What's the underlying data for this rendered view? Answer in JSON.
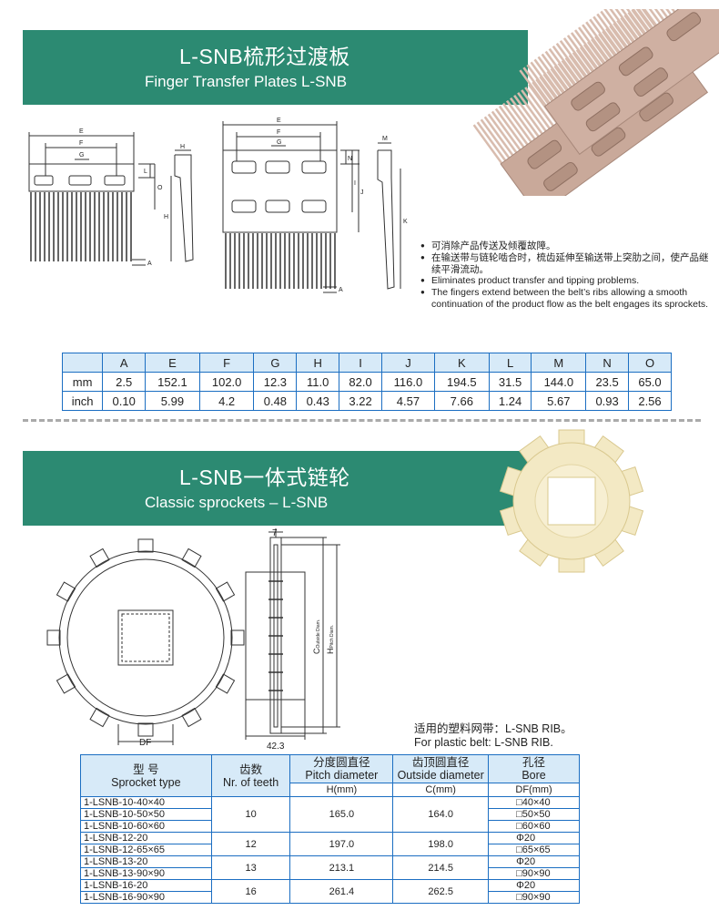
{
  "section1": {
    "title_zh": "L-SNB梳形过渡板",
    "title_en": "Finger Transfer Plates L-SNB",
    "notes": [
      "可消除产品传送及倾覆故障。",
      "在输送带与链轮啮合时，梳齿延伸至输送带上突肋之间，使产品继续平滑流动。",
      "Eliminates product transfer and tipping problems.",
      "The fingers extend between the belt’s ribs allowing a smooth continuation of the product flow as the belt engages its sprockets."
    ],
    "drawing_labels": {
      "E": "E",
      "F": "F",
      "G": "G",
      "L": "L",
      "O": "O",
      "H": "H",
      "A": "A",
      "N": "N",
      "I": "I",
      "J": "J",
      "K": "K",
      "M": "M"
    },
    "dim_table": {
      "headers": [
        "",
        "A",
        "E",
        "F",
        "G",
        "H",
        "I",
        "J",
        "K",
        "L",
        "M",
        "N",
        "O"
      ],
      "rows": [
        [
          "mm",
          "2.5",
          "152.1",
          "102.0",
          "12.3",
          "11.0",
          "82.0",
          "116.0",
          "194.5",
          "31.5",
          "144.0",
          "23.5",
          "65.0"
        ],
        [
          "inch",
          "0.10",
          "5.99",
          "4.2",
          "0.48",
          "0.43",
          "3.22",
          "4.57",
          "7.66",
          "1.24",
          "5.67",
          "0.93",
          "2.56"
        ]
      ]
    }
  },
  "section2": {
    "title_zh": "L-SNB一体式链轮",
    "title_en": "Classic sprockets  –  L-SNB",
    "drawing_labels": {
      "df": "DF",
      "width_top": "7",
      "width_bottom": "42.3",
      "c_main": "C",
      "c_sub": "Outside Diam.",
      "h_main": "H",
      "h_sub": "Pitch Diam."
    },
    "suitable_zh": "适用的塑料网带：L-SNB RIB。",
    "suitable_en": "For plastic belt: L-SNB RIB.",
    "table": {
      "h_type_zh": "型 号",
      "h_type_en": "Sprocket type",
      "h_teeth_zh": "齿数",
      "h_teeth_en": "Nr. of teeth",
      "h_pitch_zh": "分度圆直径",
      "h_pitch_en": "Pitch diameter",
      "h_outer_zh": "齿顶圆直径",
      "h_outer_en": "Outside diameter",
      "h_bore_zh": "孔径",
      "h_bore_en": "Bore",
      "u_pitch": "H(mm)",
      "u_outer": "C(mm)",
      "u_bore": "DF(mm)",
      "groups": [
        {
          "teeth": "10",
          "pitch": "165.0",
          "outer": "164.0",
          "rows": [
            [
              "1-LSNB-10-40×40",
              "□40×40"
            ],
            [
              "1-LSNB-10-50×50",
              "□50×50"
            ],
            [
              "1-LSNB-10-60×60",
              "□60×60"
            ]
          ]
        },
        {
          "teeth": "12",
          "pitch": "197.0",
          "outer": "198.0",
          "rows": [
            [
              "1-LSNB-12-20",
              "Φ20"
            ],
            [
              "1-LSNB-12-65×65",
              "□65×65"
            ]
          ]
        },
        {
          "teeth": "13",
          "pitch": "213.1",
          "outer": "214.5",
          "rows": [
            [
              "1-LSNB-13-20",
              "Φ20"
            ],
            [
              "1-LSNB-13-90×90",
              "□90×90"
            ]
          ]
        },
        {
          "teeth": "16",
          "pitch": "261.4",
          "outer": "262.5",
          "rows": [
            [
              "1-LSNB-16-20",
              "Φ20"
            ],
            [
              "1-LSNB-16-90×90",
              "□90×90"
            ]
          ]
        }
      ]
    }
  },
  "colors": {
    "banner": "#2c8a72",
    "table_border": "#1b6ec2",
    "table_header": "#d7eaf8",
    "plate": "#c9a99a",
    "sprocket": "#f3e9c4"
  }
}
